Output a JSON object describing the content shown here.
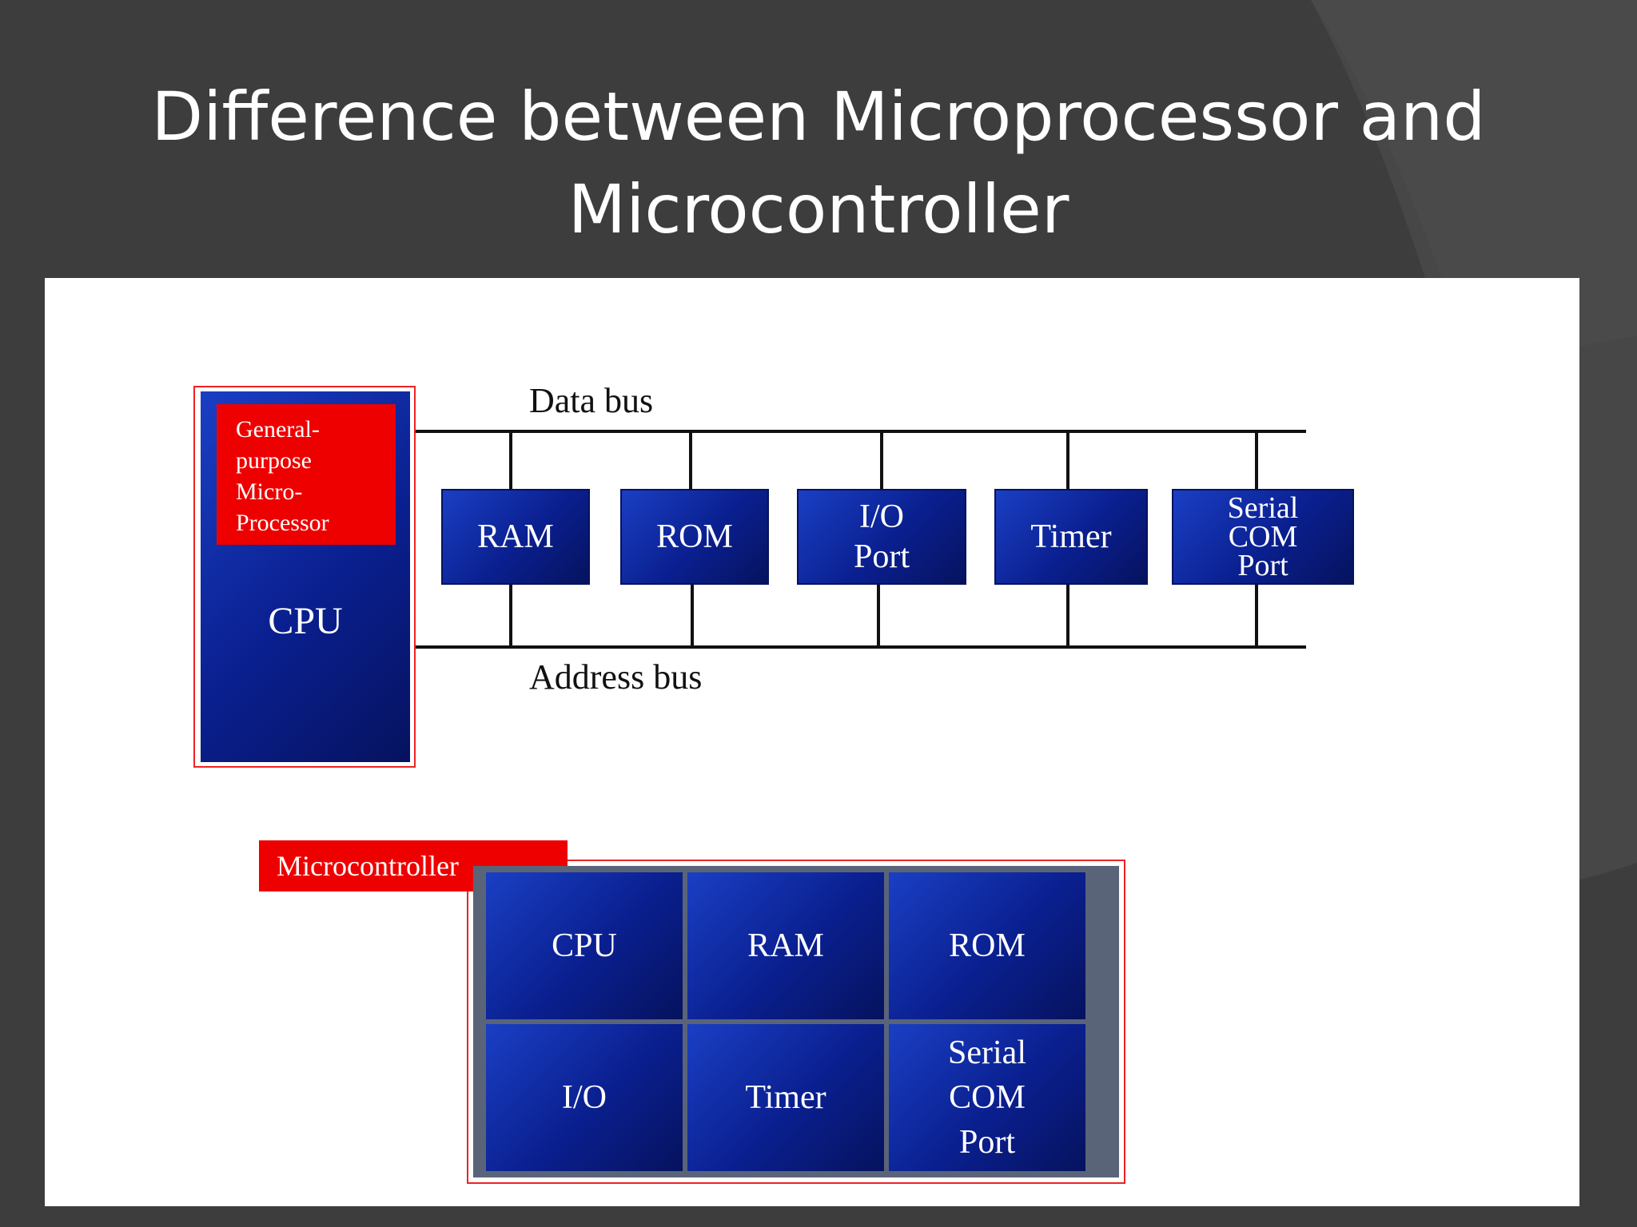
{
  "slide": {
    "title_line1": "Difference between Microprocessor and",
    "title_line2": "Microcontroller",
    "colors": {
      "background": "#3d3d3d",
      "panel": "#ffffff",
      "block_blue": "#0a1f8f",
      "label_red": "#ee0000"
    }
  },
  "microprocessor": {
    "cpu_tag": [
      "General-",
      "purpose",
      "Micro-",
      "Processor"
    ],
    "cpu_label": "CPU",
    "data_bus_label": "Data bus",
    "address_bus_label": "Address bus",
    "peripherals": [
      {
        "lines": [
          "RAM"
        ]
      },
      {
        "lines": [
          "ROM"
        ]
      },
      {
        "lines": [
          "I/O",
          "Port"
        ]
      },
      {
        "lines": [
          "Timer"
        ]
      },
      {
        "lines": [
          "Serial",
          "COM",
          "Port"
        ]
      }
    ]
  },
  "microcontroller": {
    "label": "Microcontroller",
    "cells": [
      {
        "lines": [
          "CPU"
        ]
      },
      {
        "lines": [
          "RAM"
        ]
      },
      {
        "lines": [
          "ROM"
        ]
      },
      {
        "lines": [
          "I/O"
        ]
      },
      {
        "lines": [
          "Timer"
        ]
      },
      {
        "lines": [
          "Serial",
          "COM",
          "Port"
        ]
      }
    ]
  }
}
